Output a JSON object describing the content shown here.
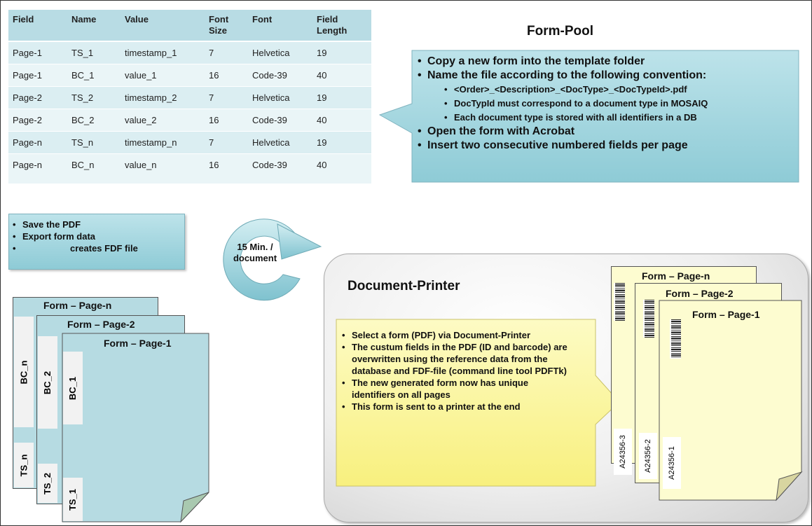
{
  "table": {
    "headers": [
      "Field",
      "Name",
      "Value",
      "Font Size",
      "Font",
      "Field Length"
    ],
    "rows": [
      [
        "Page-1",
        "TS_1",
        "timestamp_1",
        "7",
        "Helvetica",
        "19"
      ],
      [
        "Page-1",
        "BC_1",
        "value_1",
        "16",
        "Code-39",
        "40"
      ],
      [
        "Page-2",
        "TS_2",
        "timestamp_2",
        "7",
        "Helvetica",
        "19"
      ],
      [
        "Page-2",
        "BC_2",
        "value_2",
        "16",
        "Code-39",
        "40"
      ],
      [
        "Page-n",
        "TS_n",
        "timestamp_n",
        "7",
        "Helvetica",
        "19"
      ],
      [
        "Page-n",
        "BC_n",
        "value_n",
        "16",
        "Code-39",
        "40"
      ]
    ]
  },
  "form_pool": {
    "title": "Form-Pool",
    "items": [
      "Copy a new form into the template folder",
      "Name the file according to the following convention:",
      "<Order>_<Description>_<DocType>_<DocTypeId>.pdf",
      "DocTypId must correspond to a document type in MOSAIQ",
      "Each document type is stored with all identifiers in a DB",
      "Open the form with Acrobat",
      "Insert two consecutive numbered fields per page"
    ]
  },
  "save_box": {
    "items": [
      "Save the PDF",
      "Export form data",
      "creates FDF file"
    ]
  },
  "cycle": {
    "label": "15 Min. / document"
  },
  "left_pages": {
    "titles": [
      "Form – Page-n",
      "Form – Page-2",
      "Form – Page-1"
    ],
    "bc_labels": [
      "BC_n",
      "BC_2",
      "BC_1"
    ],
    "ts_labels": [
      "TS_n",
      "TS_2",
      "TS_1"
    ]
  },
  "document_printer": {
    "title": "Document-Printer",
    "items": [
      "Select a form (PDF) via Document-Printer",
      "The custum fields in the PDF (ID and barcode) are overwritten using the reference data from the database and FDF-file (command line tool PDFTk)",
      "The new generated form now has unique identifiers on all pages",
      "This form is sent to a printer at the end"
    ]
  },
  "right_pages": {
    "titles": [
      "Form – Page-n",
      "Form – Page-2",
      "Form – Page-1"
    ],
    "ids": [
      "A24356-3",
      "A24356-2",
      "A24356-1"
    ]
  },
  "colors": {
    "teal": "#8ecbd6",
    "yellow": "#fdfcd0",
    "callout_yellow": "#fbf7a0"
  }
}
